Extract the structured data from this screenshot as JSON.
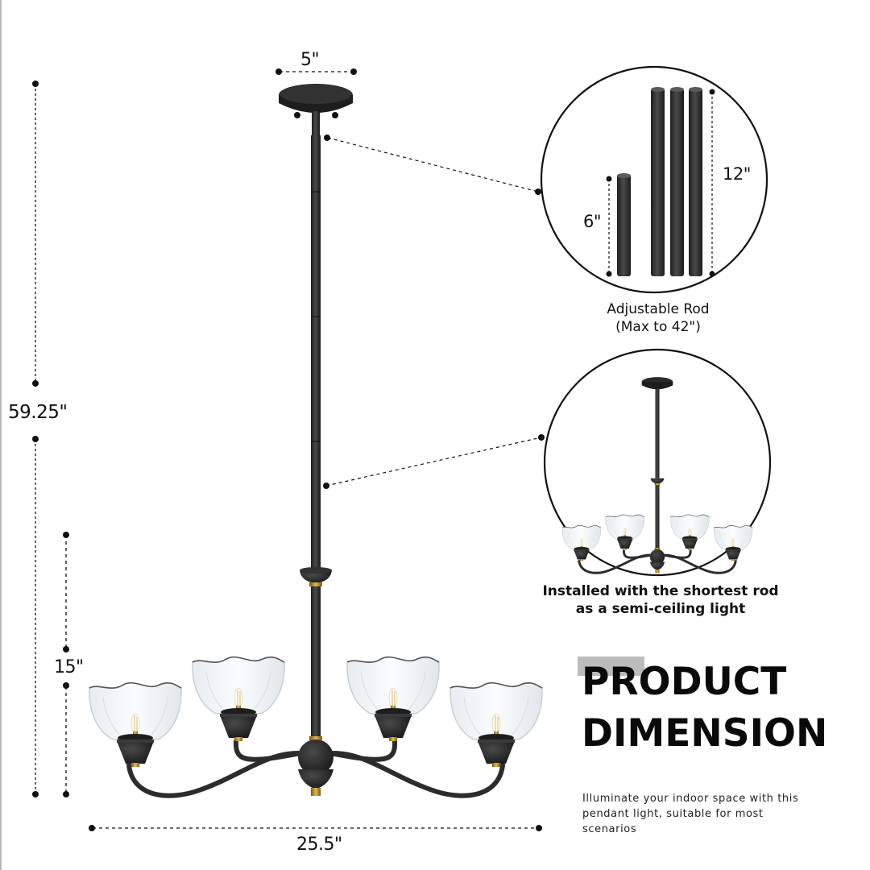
{
  "dimensions": {
    "canopy_width": "5\"",
    "total_height": "59.25\"",
    "body_height": "15\"",
    "total_width": "25.5\""
  },
  "rod_inset": {
    "short_rod_length": "6\"",
    "long_rod_length": "12\"",
    "caption_line1": "Adjustable Rod",
    "caption_line2": "(Max to 42\")",
    "rods": [
      {
        "length": "6\"",
        "count": 1
      },
      {
        "length": "12\"",
        "count": 3
      }
    ]
  },
  "semi_ceiling_inset": {
    "caption_line1": "Installed with the shortest rod",
    "caption_line2": "as a semi-ceiling light"
  },
  "headline": {
    "line1": "PRODUCT",
    "line2": "DIMENSION"
  },
  "description": "Illuminate your indoor space with this pendant light, suitable for most scenarios",
  "colors": {
    "fixture_black": "#2b2b2b",
    "brass_accent": "#b8902e",
    "accent_block": "#bcbcbc",
    "text": "#111111"
  }
}
